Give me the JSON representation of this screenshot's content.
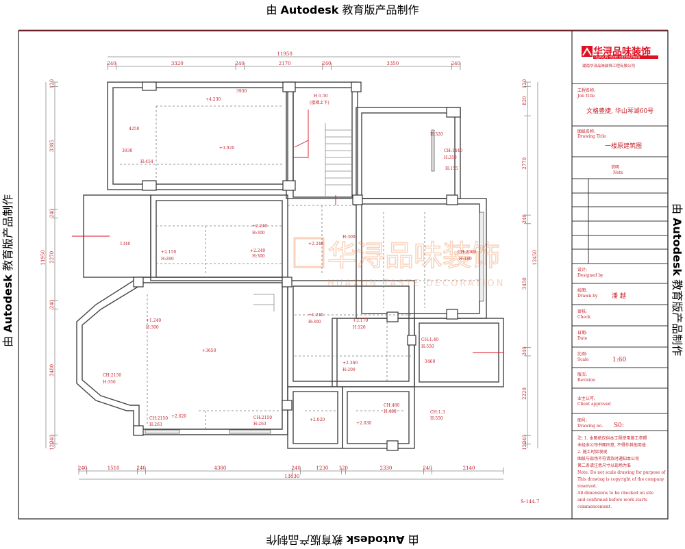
{
  "watermark": {
    "prefix": "由",
    "brand": "Autodesk",
    "suffix": "教育版产品制作"
  },
  "logo": {
    "name_cn": "华浔品味装饰",
    "name_en": "HUAXUN TASTE DECORATION",
    "subtitle": "湖南华浔品味装饰工程有限公司"
  },
  "title_block": {
    "project_label": "工程名称:",
    "project_label_en": "Job Title",
    "project_value": "文格豊捷, 华山琴湖60号",
    "drawing_label": "图纸名称:",
    "drawing_label_en": "Drawing Title",
    "drawing_value": "一楼原建筑图",
    "notes_label": "说明",
    "notes_label_en": "Note",
    "design_label": "设计:",
    "design_label_en": "Designed by",
    "drawn_label": "绘图:",
    "drawn_label_en": "Drawn by",
    "drawn_value": "潘 越",
    "check_label": "审核:",
    "check_label_en": "Check",
    "date_label": "日期:",
    "date_label_en": "Date",
    "scale_label": "比例:",
    "scale_label_en": "Scale",
    "scale_value": "1:60",
    "rev_label": "版次:",
    "rev_label_en": "Revision",
    "approve_label": "业主认可:",
    "approve_label_en": "Client approved",
    "number_label": "图号:",
    "number_label_en": "Drawing no.",
    "number_value": "S0:",
    "notes": [
      "注: 1. 本图纸仅供本工程使用施工参照",
      "未经本公司书面同意, 不得作其他用途",
      "2. 施工时如发现",
      "图纸与现场不符请及时通知本公司",
      "第二条请注意尺寸以现场为准",
      "Note: Do not scale drawing for purpose of",
      "This drawing is copyright of the company",
      "reserved.",
      "All dimensions to be checked on site",
      "and confirmed before work starts",
      "commencement."
    ]
  },
  "dimensions": {
    "top_total": "11950",
    "top": [
      "240",
      "3320",
      "240",
      "2170",
      "240",
      "3350",
      "240"
    ],
    "bottom": [
      "240",
      "1510",
      "240",
      "4380",
      "240",
      "1230",
      "120",
      "2330",
      "240",
      "2140"
    ],
    "bottom_total": "13830",
    "left": [
      "120",
      "3385",
      "240",
      "2270",
      "240",
      "3480",
      "240",
      "120"
    ],
    "left_total": "11950",
    "right": [
      "120",
      "820",
      "2770",
      "240",
      "3450",
      "240",
      "2220",
      "240",
      "120"
    ],
    "right_total": "12450"
  },
  "rooms": [
    {
      "text": "+4.230"
    },
    {
      "text": "3930"
    },
    {
      "text": "4250"
    },
    {
      "text": "3930"
    },
    {
      "text": "+3.920"
    },
    {
      "text": "H:454"
    },
    {
      "text": "H:1.50"
    },
    {
      "text": "(楼梯上下)"
    },
    {
      "text": "H:320"
    },
    {
      "text": "CH:1440"
    },
    {
      "text": "H:350"
    },
    {
      "text": "H:155"
    },
    {
      "text": "+2.240"
    },
    {
      "text": "H:300"
    },
    {
      "text": "+2.150"
    },
    {
      "text": "H:260"
    },
    {
      "text": "+2.240"
    },
    {
      "text": "H:300"
    },
    {
      "text": "+2.240"
    },
    {
      "text": "H:300"
    },
    {
      "text": "CH:2060"
    },
    {
      "text": "H:180"
    },
    {
      "text": "1340"
    },
    {
      "text": "+1.240"
    },
    {
      "text": "H:300"
    },
    {
      "text": "+3650"
    },
    {
      "text": "CH:2150"
    },
    {
      "text": "H:350"
    },
    {
      "text": "+1.240"
    },
    {
      "text": "H:300"
    },
    {
      "text": "+3.170"
    },
    {
      "text": "H:120"
    },
    {
      "text": "+2.360"
    },
    {
      "text": "H:200"
    },
    {
      "text": "CH:1.40"
    },
    {
      "text": "H:550"
    },
    {
      "text": "3460"
    },
    {
      "text": "CH:2150"
    },
    {
      "text": "H:263"
    },
    {
      "text": "+2.620"
    },
    {
      "text": "CH:2150"
    },
    {
      "text": "H:263"
    },
    {
      "text": "+2.020"
    },
    {
      "text": "+2.030"
    },
    {
      "text": "CH:480"
    },
    {
      "text": "H:480"
    },
    {
      "text": "CH:1.3"
    },
    {
      "text": "H:550"
    }
  ],
  "sheet_no": "S-144.7"
}
